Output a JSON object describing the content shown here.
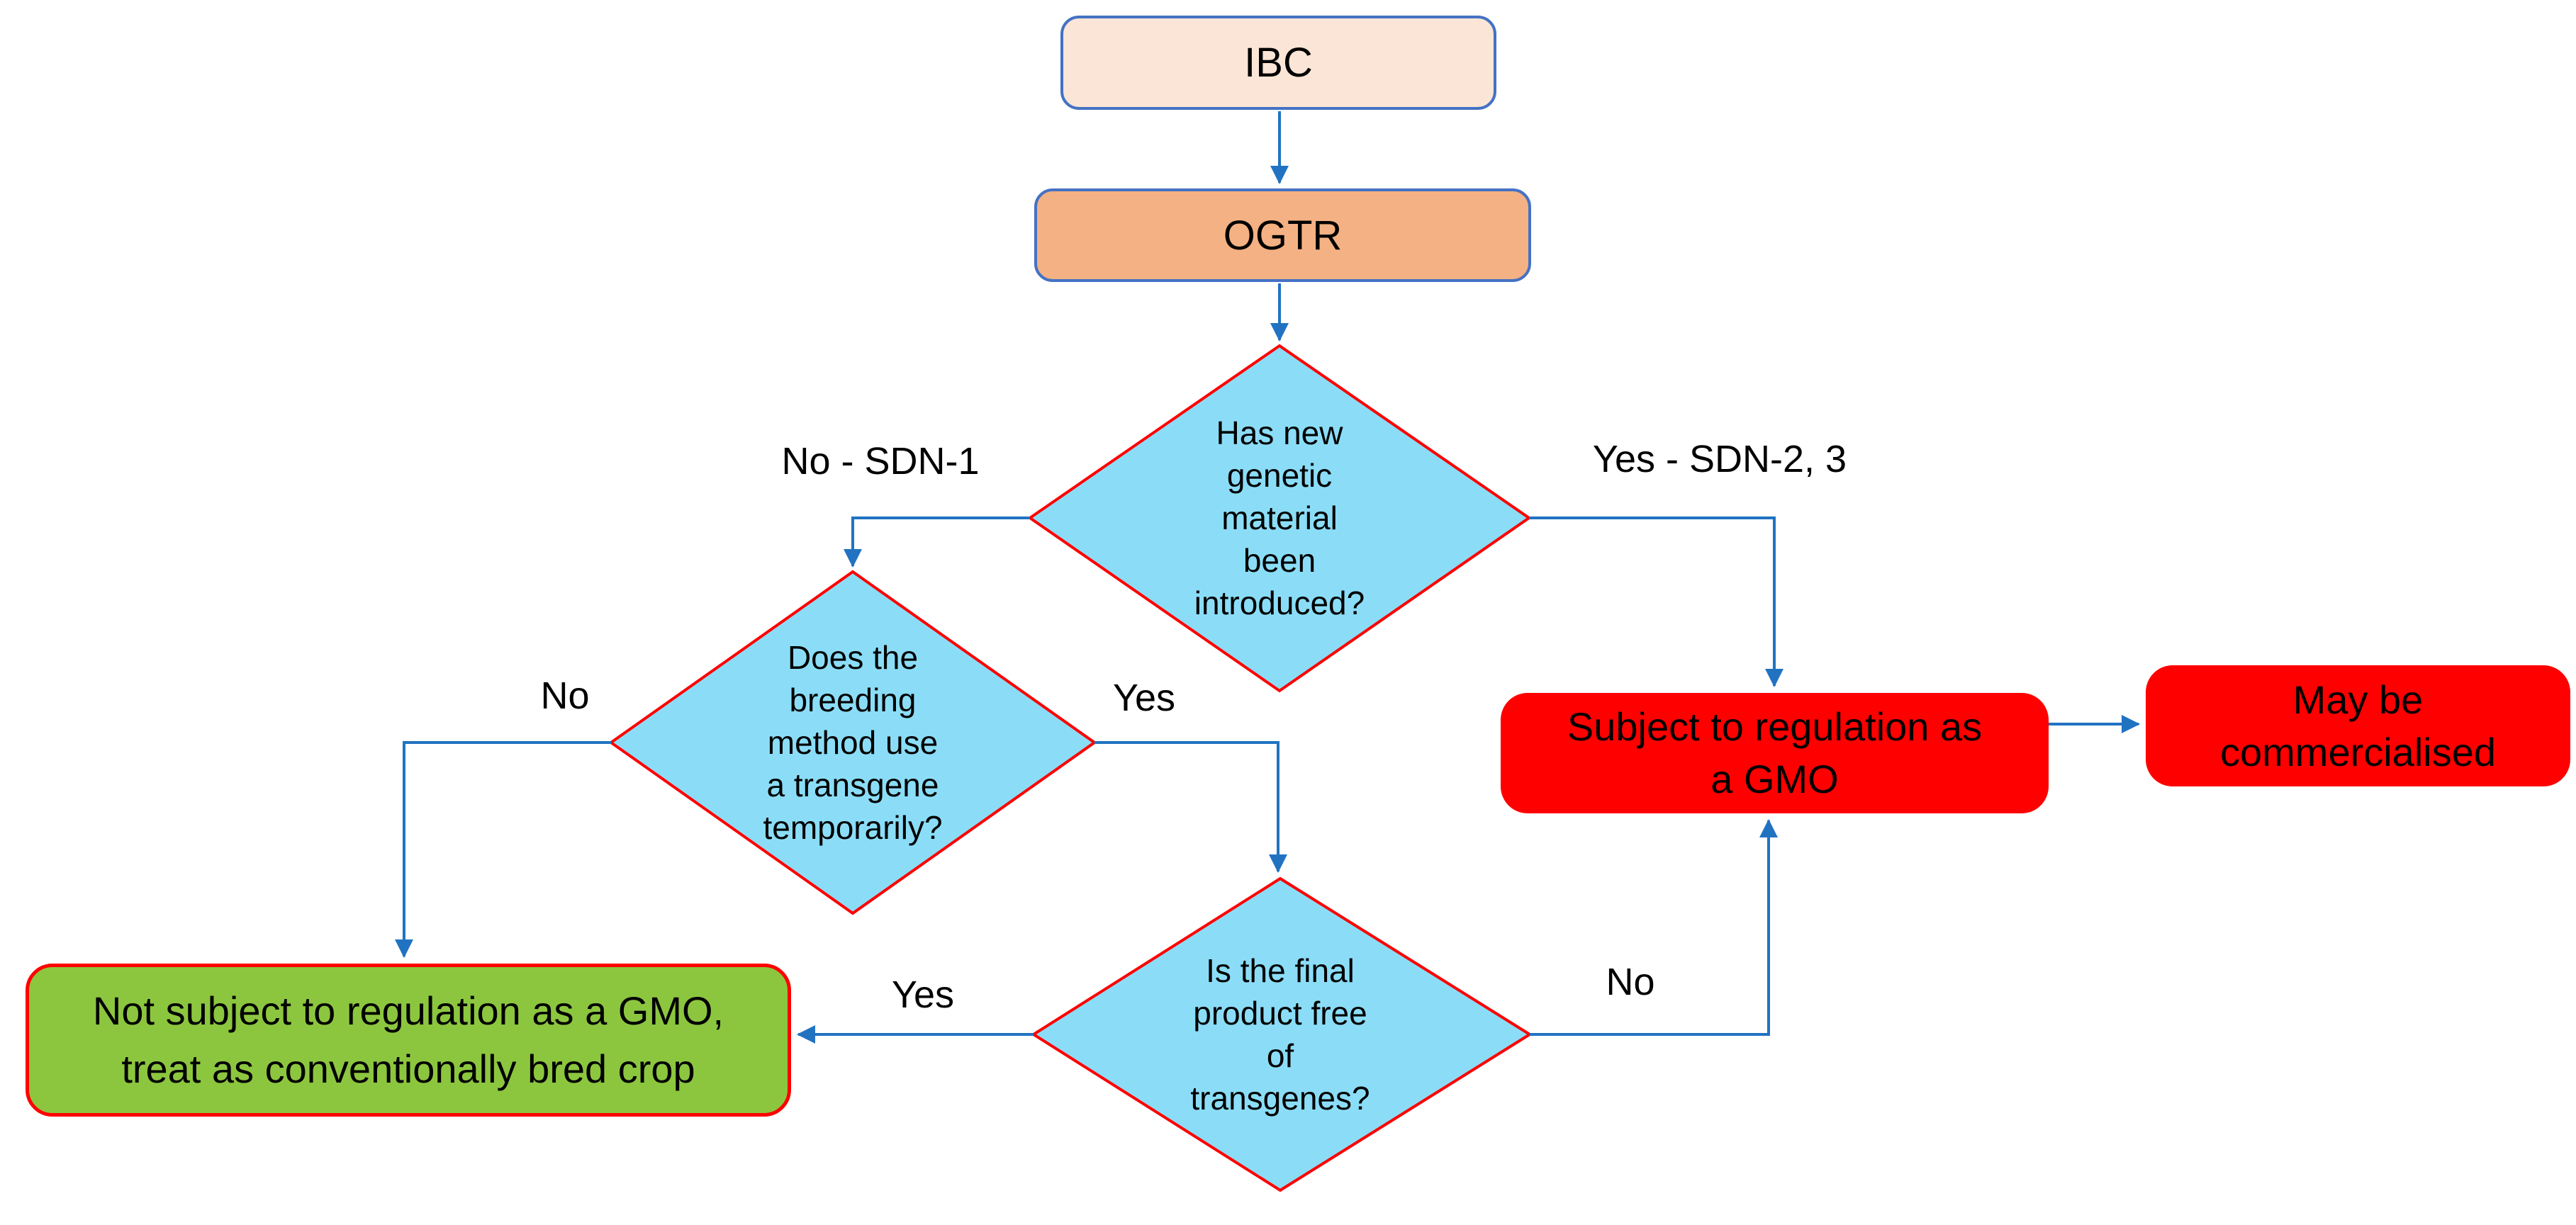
{
  "diagram": {
    "nodes": {
      "ibc": {
        "label": "IBC"
      },
      "ogtr": {
        "label": "OGTR"
      },
      "q_new_material": {
        "lines": [
          "Has new",
          "genetic",
          "material",
          "been",
          "introduced?"
        ]
      },
      "q_breeding_transgene": {
        "lines": [
          "Does the",
          "breeding",
          "method use",
          "a transgene",
          "temporarily?"
        ]
      },
      "q_final_free": {
        "lines": [
          "Is the final",
          "product free",
          "of",
          "transgenes?"
        ]
      },
      "subject_gmo": {
        "lines": [
          "Subject to regulation as",
          "a GMO"
        ]
      },
      "may_commercialise": {
        "lines": [
          "May be",
          "commercialised"
        ]
      },
      "not_subject": {
        "lines": [
          "Not subject to regulation as a GMO,",
          "treat as conventionally bred crop"
        ]
      }
    },
    "edge_labels": {
      "no_sdn1": "No - SDN-1",
      "yes_sdn23": "Yes - SDN-2, 3",
      "breeding_no": "No",
      "breeding_yes": "Yes",
      "final_yes": "Yes",
      "final_no": "No"
    },
    "colors": {
      "ibc_fill": "#FBE5D6",
      "ogtr_fill": "#F4B183",
      "box_border_blue": "#4472C4",
      "diamond_fill": "#8BDDF7",
      "diamond_border": "#FF0000",
      "terminal_red": "#FF0000",
      "terminal_green": "#8CC63F",
      "green_border": "#FF0000",
      "arrow_blue": "#2173C2",
      "text": "#000000"
    }
  }
}
